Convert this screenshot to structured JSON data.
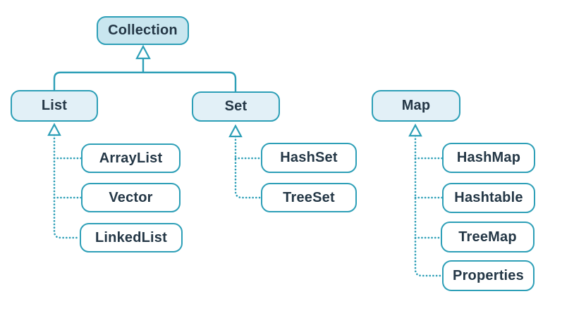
{
  "diagram": {
    "root": {
      "label": "Collection"
    },
    "branches": [
      {
        "parent": {
          "label": "List"
        },
        "children": [
          {
            "label": "ArrayList"
          },
          {
            "label": "Vector"
          },
          {
            "label": "LinkedList"
          }
        ]
      },
      {
        "parent": {
          "label": "Set"
        },
        "children": [
          {
            "label": "HashSet"
          },
          {
            "label": "TreeSet"
          }
        ]
      },
      {
        "parent": {
          "label": "Map"
        },
        "children": [
          {
            "label": "HashMap"
          },
          {
            "label": "Hashtable"
          },
          {
            "label": "TreeMap"
          },
          {
            "label": "Properties"
          }
        ]
      }
    ]
  },
  "colors": {
    "line": "#2d9fb7",
    "root_fill": "#c9e6ef",
    "interface_fill": "#e2f0f7",
    "class_fill": "#ffffff",
    "text": "#243746"
  }
}
